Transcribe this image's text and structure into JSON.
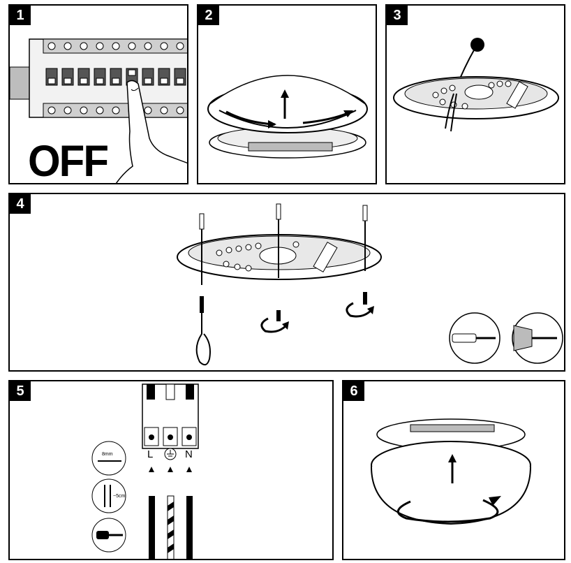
{
  "steps": [
    {
      "number": "1"
    },
    {
      "number": "2"
    },
    {
      "number": "3"
    },
    {
      "number": "4"
    },
    {
      "number": "5"
    },
    {
      "number": "6"
    }
  ],
  "step1": {
    "off_text": "OFF"
  },
  "step5": {
    "terminal_labels": [
      "L",
      "N"
    ],
    "strip_length": "8mm",
    "bend_length": "~5cm"
  },
  "colors": {
    "line": "#000000",
    "fill": "#ffffff",
    "gray": "#9a9a9a",
    "light_gray": "#d8d8d8"
  }
}
